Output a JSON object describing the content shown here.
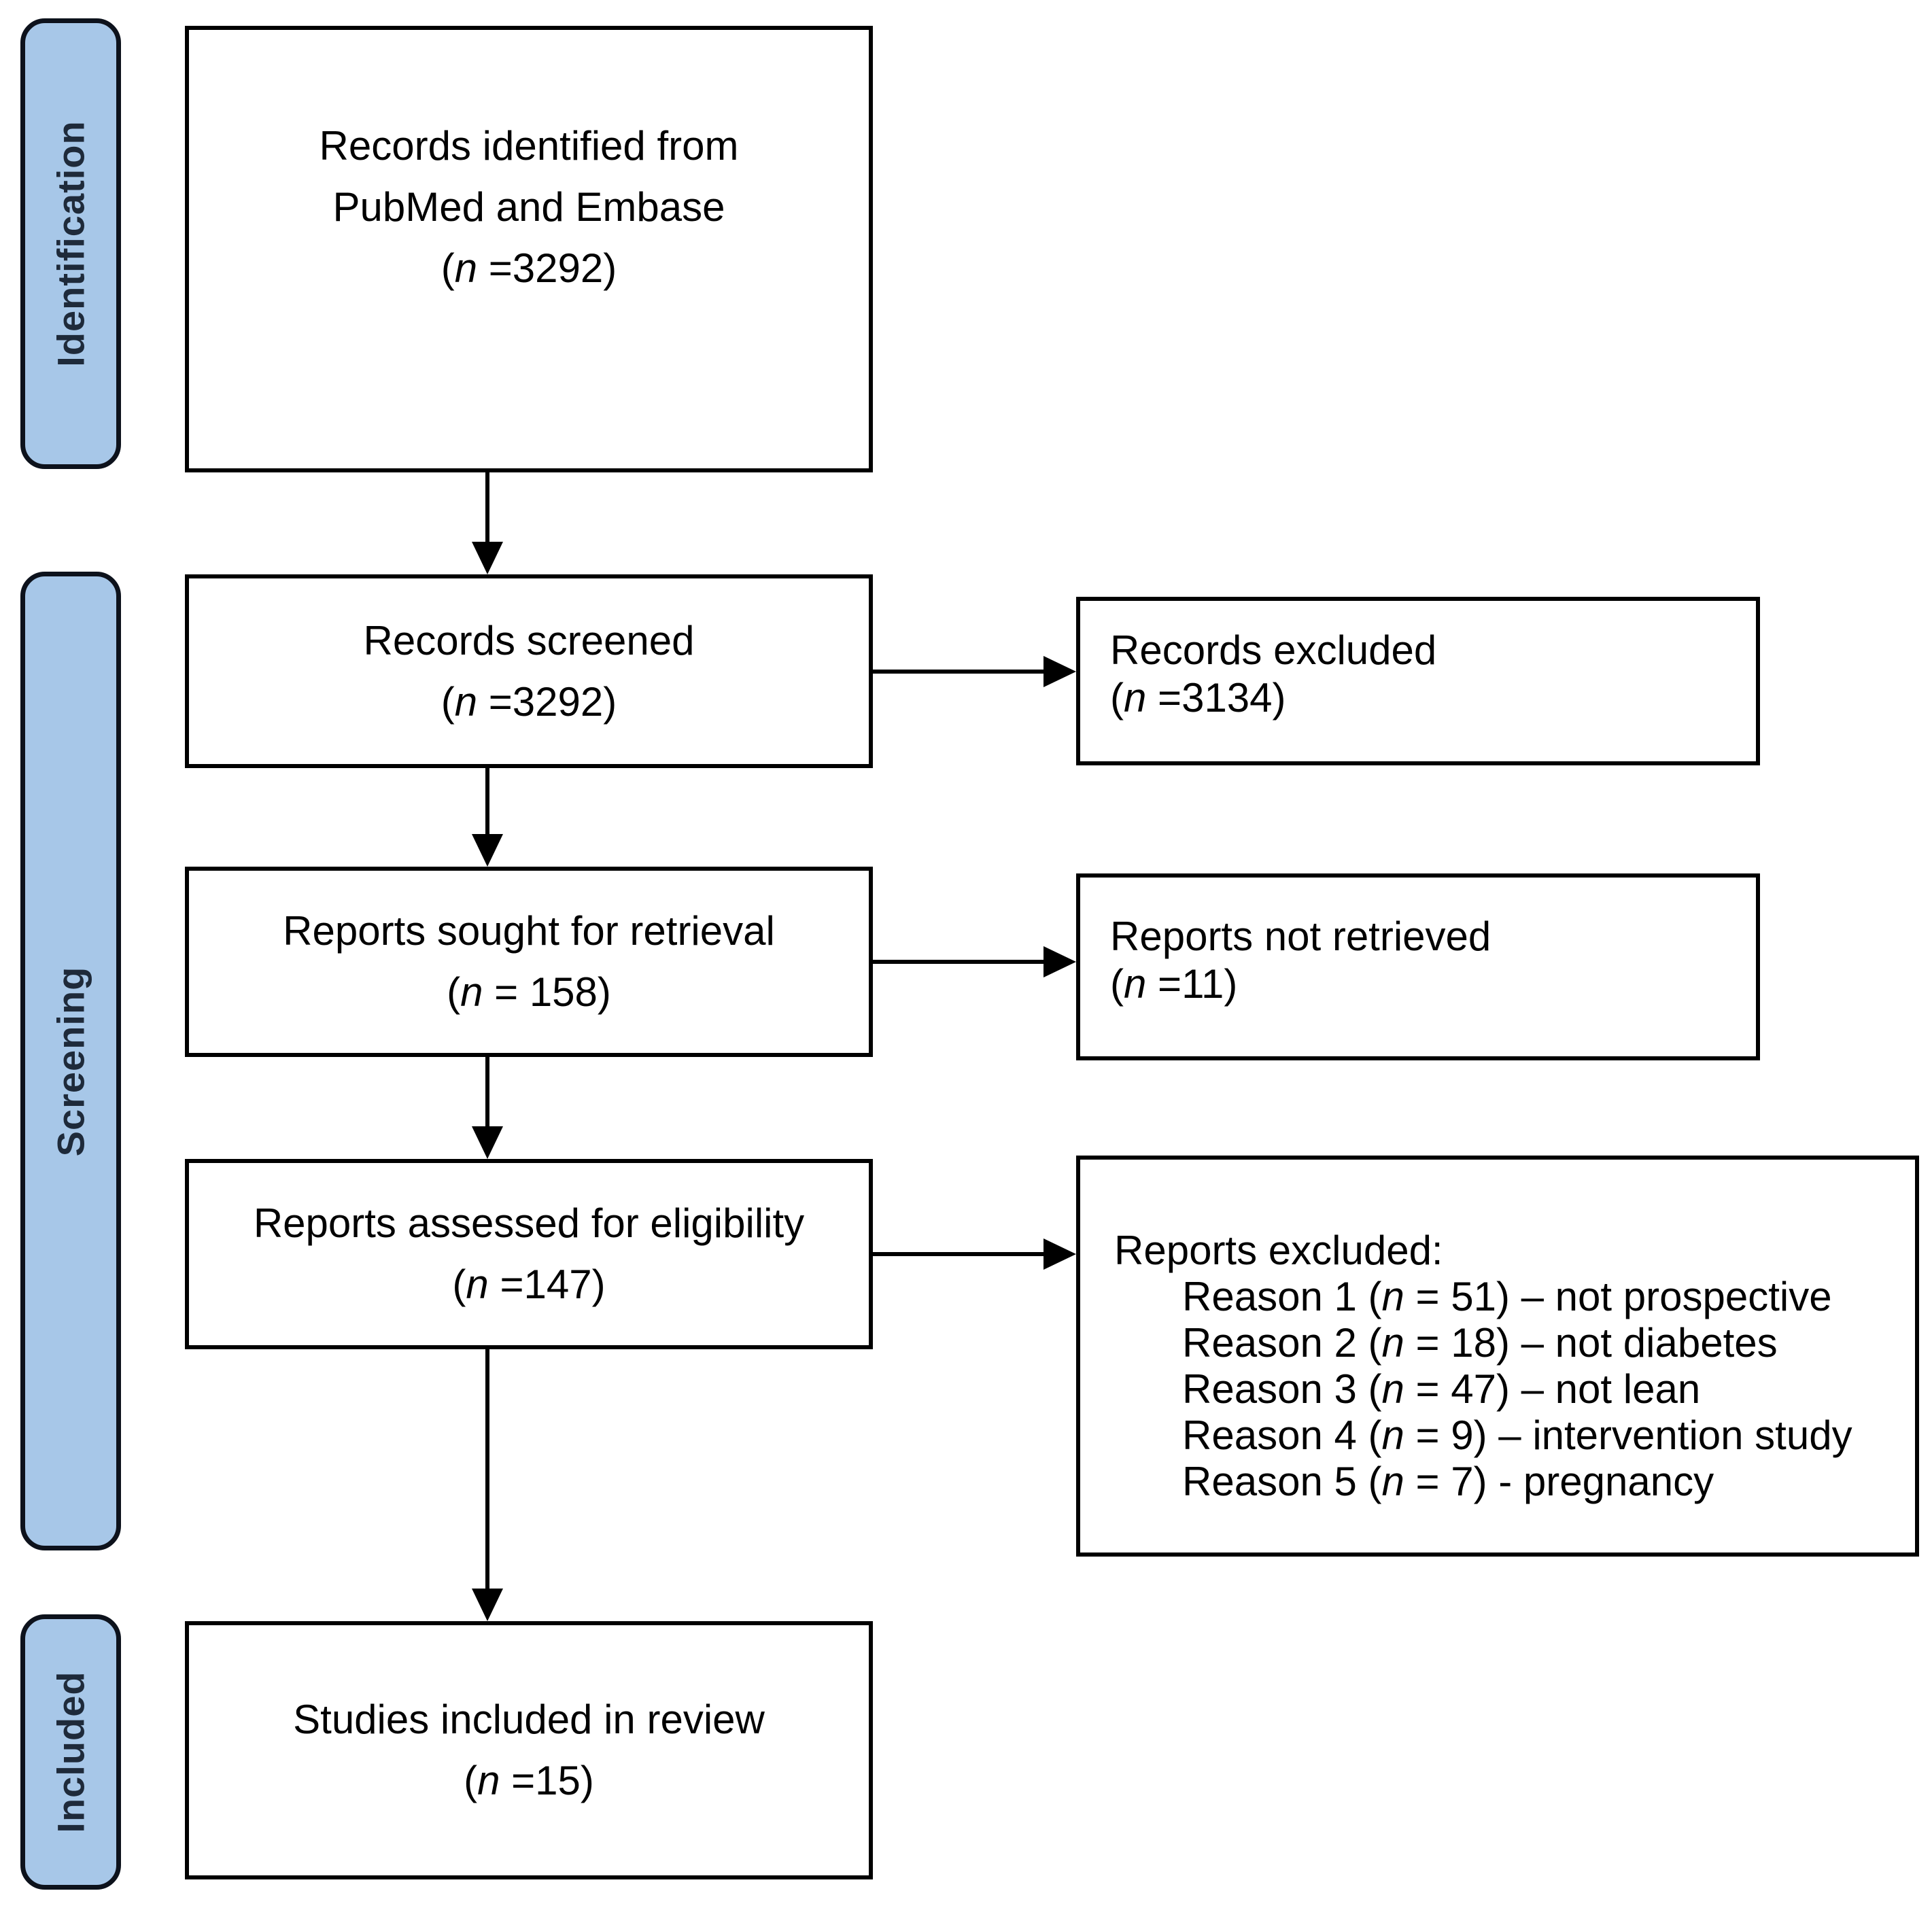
{
  "colors": {
    "stage_fill": "#a7c7e8",
    "stage_border": "#0d121c",
    "stage_text": "#1e2a3a",
    "ink": "#000000"
  },
  "sidebar": {
    "stages": [
      {
        "label": "Identification"
      },
      {
        "label": "Screening"
      },
      {
        "label": "Included"
      }
    ]
  },
  "flow": {
    "boxes": [
      {
        "lines": [
          "Records identified from",
          "PubMed and Embase"
        ],
        "count": {
          "pre": "(",
          "n": "n",
          "post": " =3292)"
        }
      },
      {
        "lines": [
          "Records screened"
        ],
        "count": {
          "pre": "(",
          "n": "n",
          "post": " =3292)"
        }
      },
      {
        "lines": [
          "Reports sought for retrieval"
        ],
        "count": {
          "pre": "(",
          "n": "n",
          "post": " = 158)"
        }
      },
      {
        "lines": [
          "Reports assessed for eligibility"
        ],
        "count": {
          "pre": "(",
          "n": "n",
          "post": " =147)"
        }
      },
      {
        "lines": [
          "Studies included in review"
        ],
        "count": {
          "pre": "(",
          "n": "n",
          "post": " =15)"
        }
      }
    ],
    "side_boxes": [
      {
        "lines": [
          "Records excluded"
        ],
        "count": {
          "pre": "(",
          "n": "n",
          "post": " =3134)"
        }
      },
      {
        "lines": [
          "Reports not retrieved"
        ],
        "count": {
          "pre": "(",
          "n": "n",
          "post": " =11)"
        }
      },
      {
        "heading": "Reports excluded:",
        "reasons": [
          {
            "pre": "Reason 1 (",
            "n": "n",
            "post": " = 51) – not prospective"
          },
          {
            "pre": "Reason 2 (",
            "n": "n",
            "post": " = 18) – not diabetes"
          },
          {
            "pre": "Reason 3 (",
            "n": "n",
            "post": " = 47) – not lean"
          },
          {
            "pre": "Reason 4 (",
            "n": "n",
            "post": " = 9) – intervention study"
          },
          {
            "pre": "Reason 5 (",
            "n": "n",
            "post": " = 7) - pregnancy"
          }
        ]
      }
    ]
  }
}
